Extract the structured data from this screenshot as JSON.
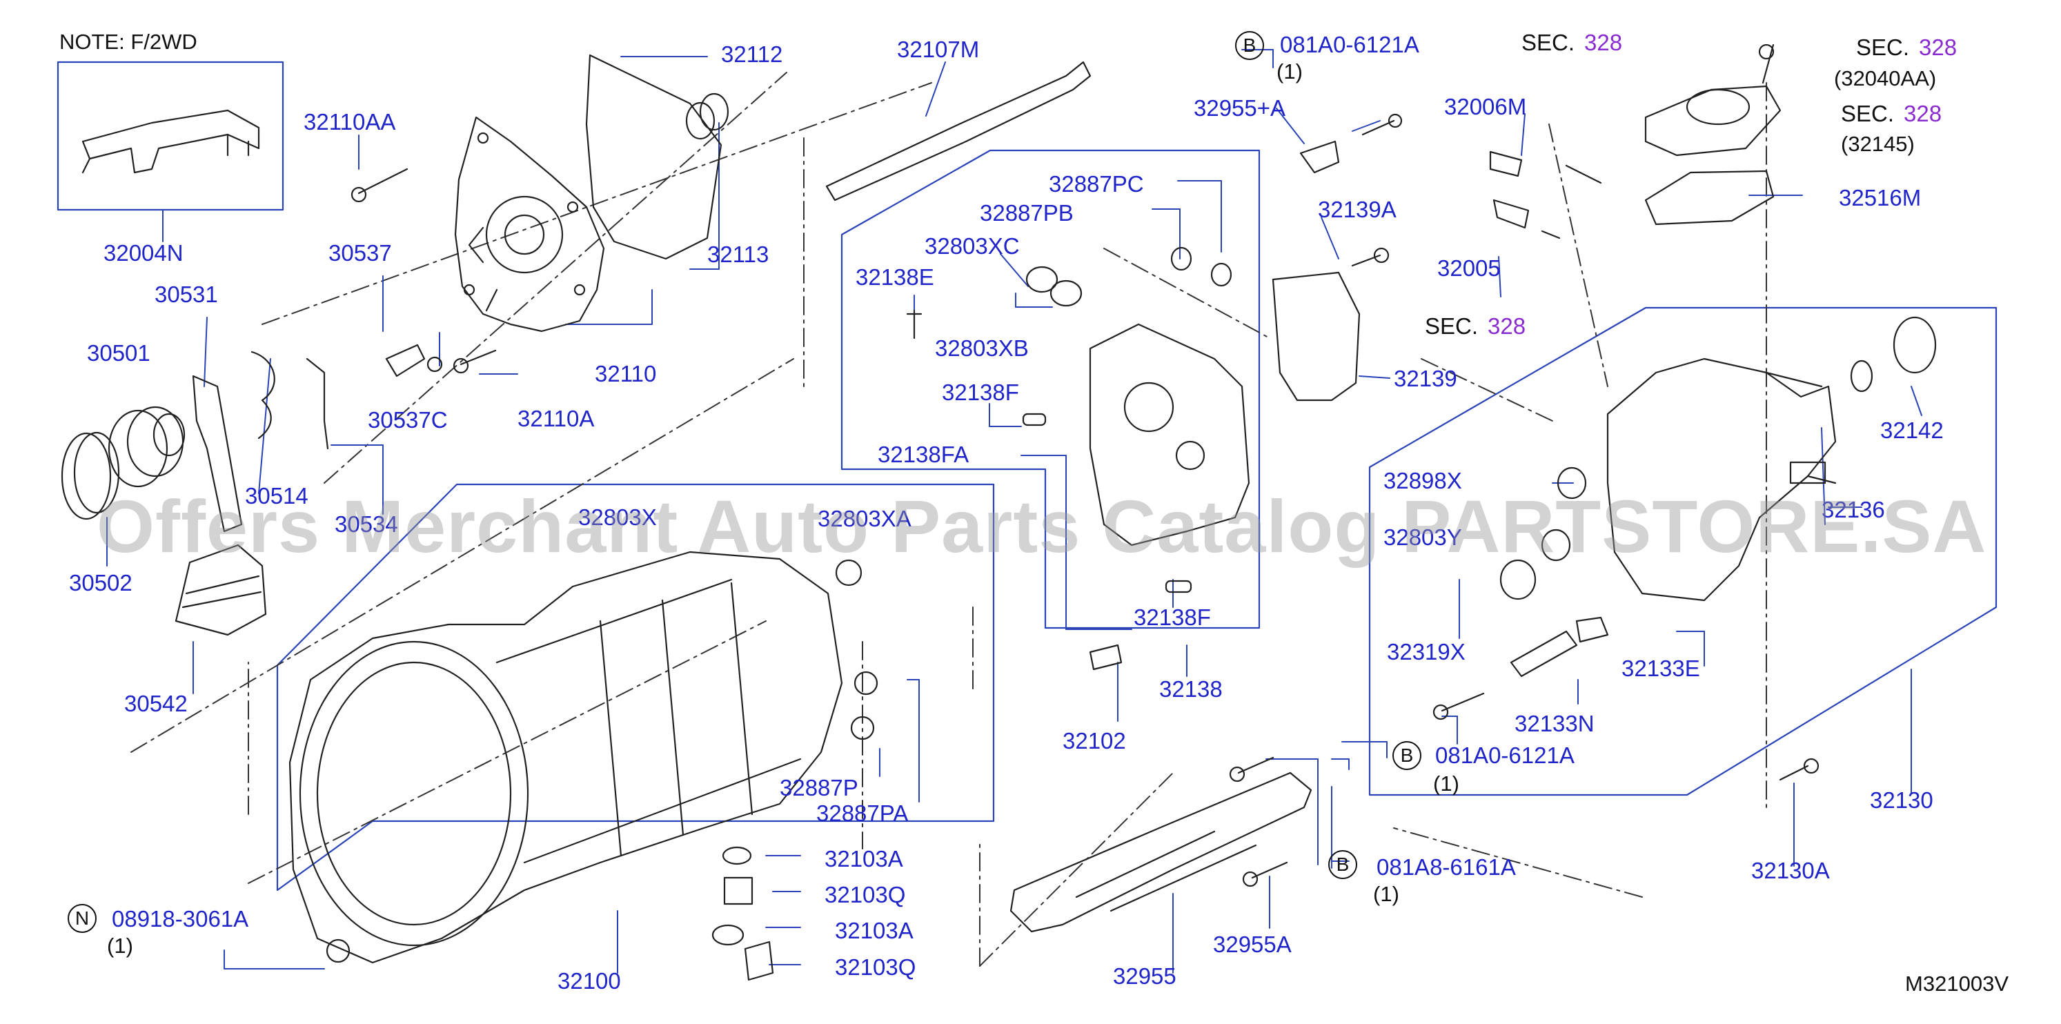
{
  "note": "NOTE:   F/2WD",
  "diagram_code": "M321003V",
  "watermark": "Offers Merchant Auto Parts Catalog PARTSTORE.SA",
  "callouts": {
    "b": "B",
    "n": "N"
  },
  "sec": {
    "word": "SEC.",
    "num": "328",
    "ref1": "(32040AA)",
    "ref2": "(32145)"
  },
  "quantities": {
    "q1": "(1)",
    "q2": "(1)",
    "q3": "(1)",
    "q4": "(1)"
  },
  "parts": {
    "p32004N": "32004N",
    "p32110AA": "32110AA",
    "p32112": "32112",
    "p32107M": "32107M",
    "p081A0_top": "081A0-6121A",
    "p32955A_plus": "32955+A",
    "p32006M": "32006M",
    "p32516M": "32516M",
    "p30537": "30537",
    "p32113": "32113",
    "p32887PC": "32887PC",
    "p32887PB": "32887PB",
    "p32803XC": "32803XC",
    "p32139A": "32139A",
    "p32005": "32005",
    "p30531": "30531",
    "p32138E": "32138E",
    "p32803XB": "32803XB",
    "p30501": "30501",
    "p32110": "32110",
    "p30537C": "30537C",
    "p32110A": "32110A",
    "p32138F_top": "32138F",
    "p32139": "32139",
    "p32142": "32142",
    "p30514": "30514",
    "p32138FA": "32138FA",
    "p32898X": "32898X",
    "p30534": "30534",
    "p32803X_main": "32803X",
    "p32803XA": "32803XA",
    "p32136": "32136",
    "p32803Y": "32803Y",
    "p30502": "30502",
    "p32138F_bot": "32138F",
    "p32319X": "32319X",
    "p32133E": "32133E",
    "p30542": "30542",
    "p32138": "32138",
    "p32133N": "32133N",
    "p32102": "32102",
    "p081A0_bot": "081A0-6121A",
    "p32887P": "32887P",
    "p32887PA": "32887PA",
    "p32130": "32130",
    "p32103A_1": "32103A",
    "p081A8": "081A8-6161A",
    "p32130A": "32130A",
    "p32103Q_1": "32103Q",
    "p08918": "08918-3061A",
    "p32103A_2": "32103A",
    "p32955A": "32955A",
    "p32103Q_2": "32103Q",
    "p32100": "32100",
    "p32955": "32955"
  }
}
